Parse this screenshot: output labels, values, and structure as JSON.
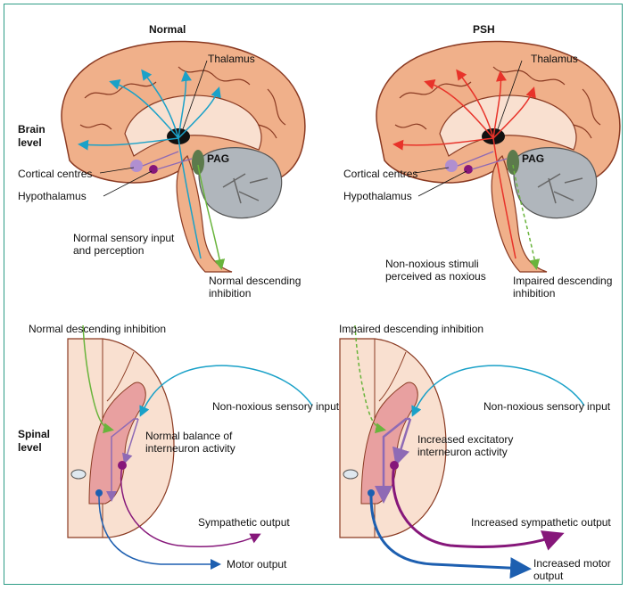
{
  "headings": {
    "normal": "Normal",
    "psh": "PSH"
  },
  "level_labels": {
    "brain_1": "Brain",
    "brain_2": "level",
    "spinal_1": "Spinal",
    "spinal_2": "level"
  },
  "brain_labels": {
    "thalamus_left": "Thalamus",
    "thalamus_right": "Thalamus",
    "pag_left": "PAG",
    "pag_right": "PAG",
    "cortical_left": "Cortical centres",
    "cortical_right": "Cortical centres",
    "hypothalamus_left": "Hypothalamus",
    "hypothalamus_right": "Hypothalamus",
    "sensory_left_1": "Normal sensory input",
    "sensory_left_2": "and perception",
    "descending_left_1": "Normal descending",
    "descending_left_2": "inhibition",
    "sensory_right_1": "Non-noxious stimuli",
    "sensory_right_2": "perceived as noxious",
    "descending_right_1": "Impaired descending",
    "descending_right_2": "inhibition"
  },
  "spinal_labels": {
    "inhibition_left": "Normal descending inhibition",
    "inhibition_right": "Impaired descending inhibition",
    "sensory_left": "Non-noxious sensory input",
    "sensory_right": "Non-noxious sensory input",
    "interneuron_left_1": "Normal balance of",
    "interneuron_left_2": "interneuron activity",
    "interneuron_right_1": "Increased excitatory",
    "interneuron_right_2": "interneuron activity",
    "sympathetic_left": "Sympathetic output",
    "sympathetic_right": "Increased sympathetic output",
    "motor_left": "Motor output",
    "motor_right_1": "Increased motor",
    "motor_right_2": "output"
  },
  "colors": {
    "border": "#2e9c86",
    "brain_fill": "#f0b08a",
    "brain_stroke": "#8a3a22",
    "inner_fill": "#f9e0d0",
    "cerebellum": "#b0b6bc",
    "sensory_normal": "#1aa1c8",
    "sensory_psh": "#e8332a",
    "descending": "#69b43c",
    "interneuron": "#8e6ab5",
    "sympathetic": "#86177a",
    "motor": "#1d5fb0",
    "pag": "#5c7a4c",
    "thalamus": "#111111"
  }
}
